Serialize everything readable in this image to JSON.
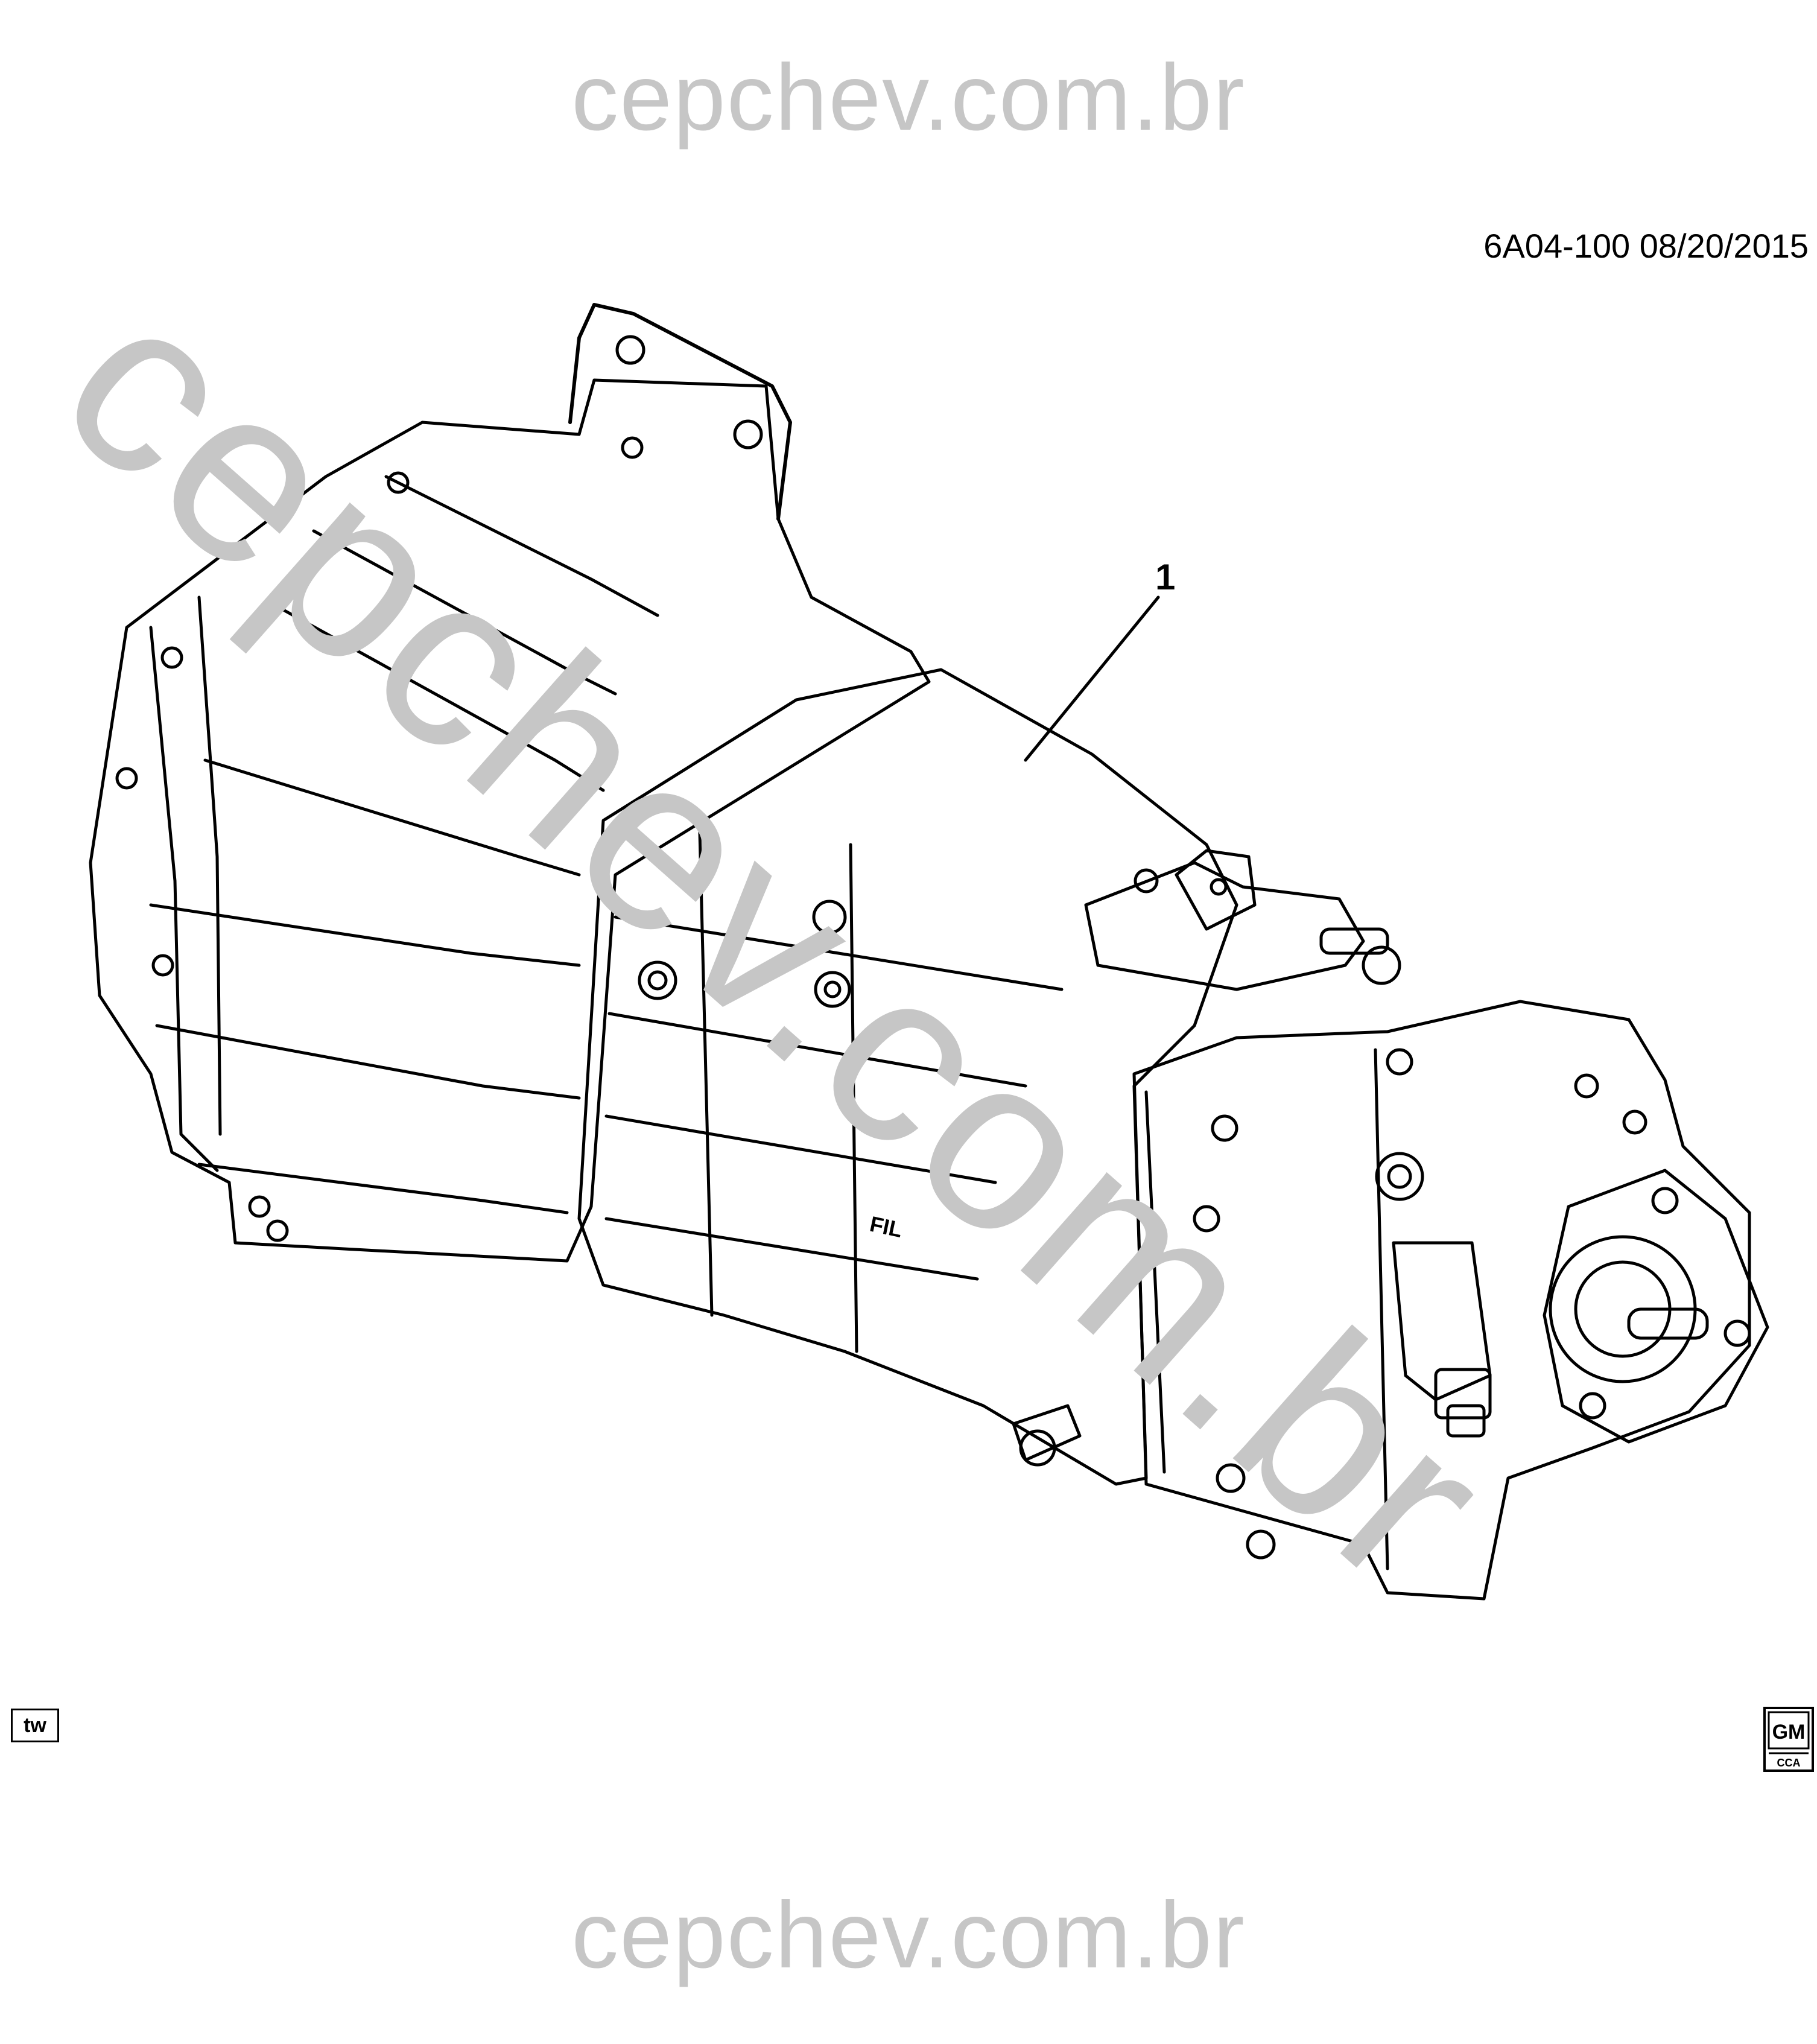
{
  "watermark": {
    "top": "cepchev.com.br",
    "bottom": "cepchev.com.br",
    "diagonal": "cepchev.com.br"
  },
  "diagram_code": "6A04-100  08/20/2015",
  "callouts": [
    {
      "label": "1"
    }
  ],
  "corner_label": "tw",
  "logo": {
    "name": "gm-cca-logo",
    "text_top": "GM",
    "text_bottom": "CCA"
  },
  "colors": {
    "line": "#000000",
    "watermark": "#c6c6c6",
    "background": "#ffffff"
  }
}
